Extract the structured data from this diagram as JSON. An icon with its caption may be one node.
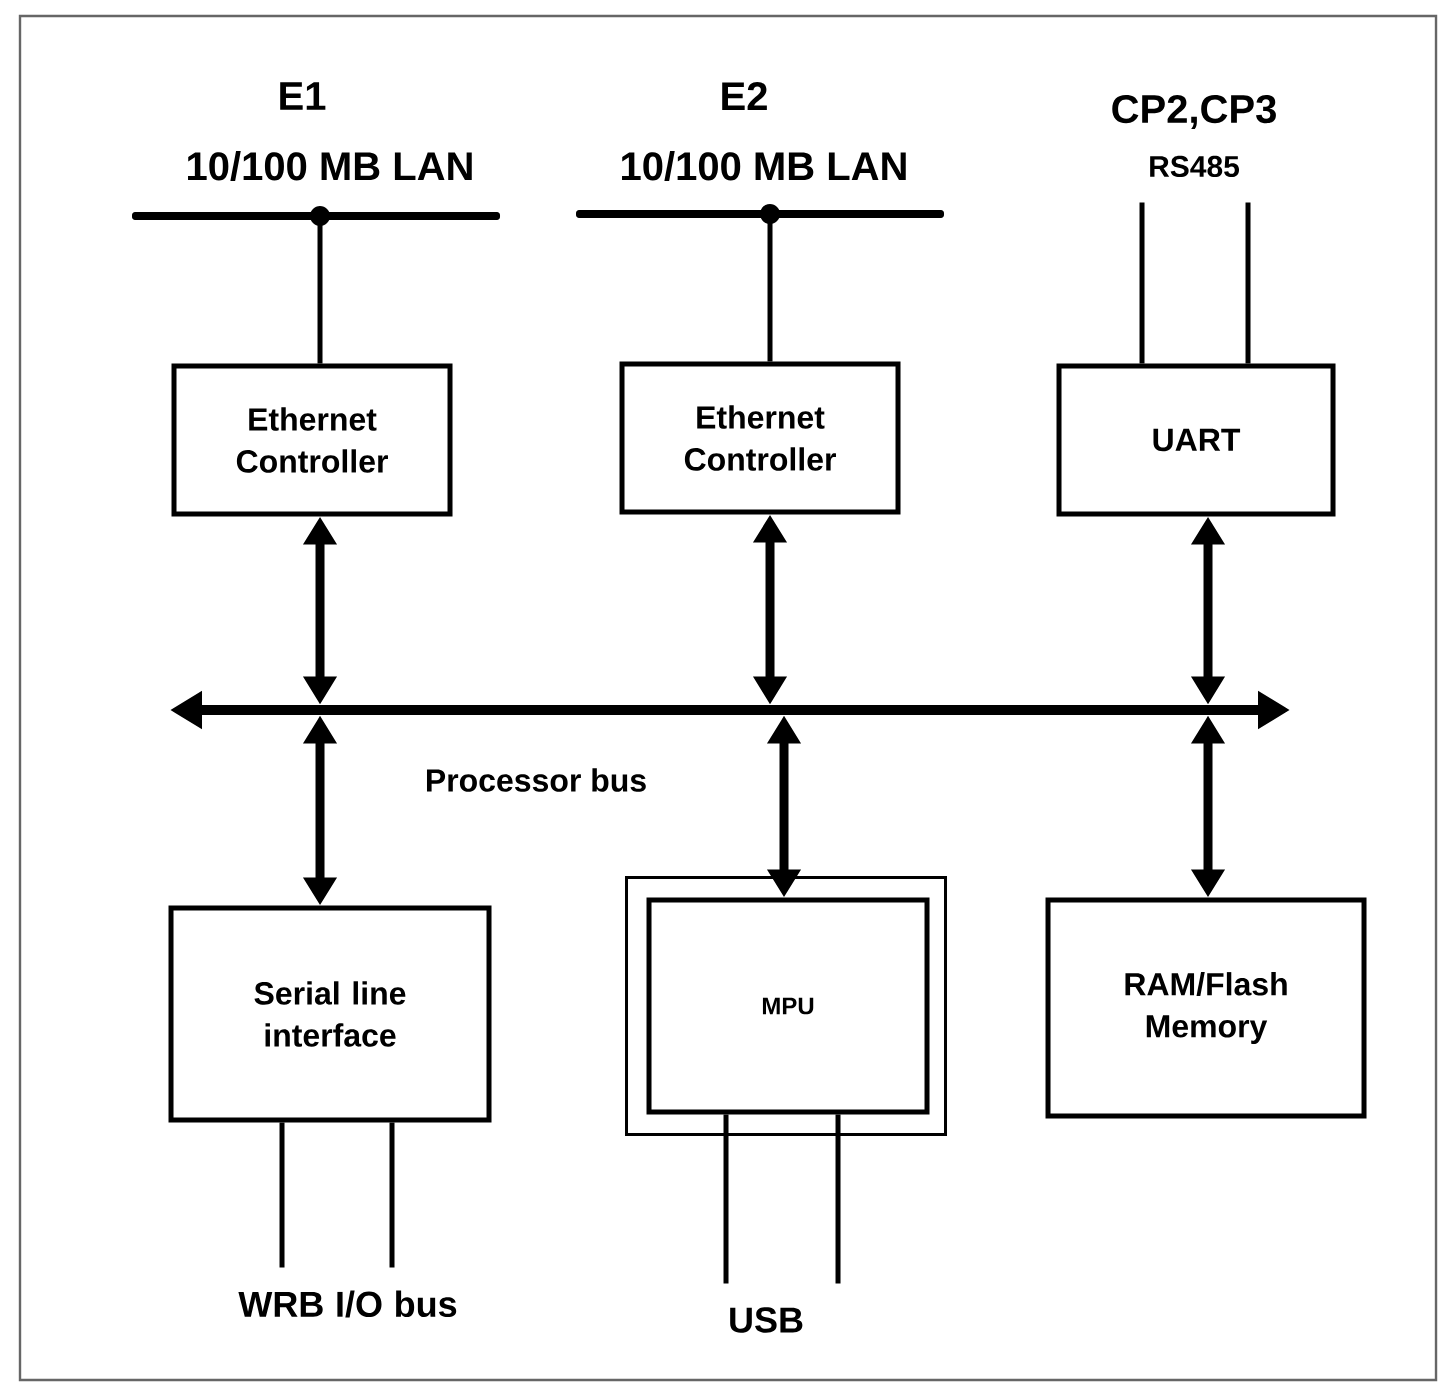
{
  "diagram": {
    "nodes": [
      {
        "text": [],
        "shape": "bar",
        "beside": [
          "E1",
          "10/100 MB LAN"
        ]
      },
      {
        "text": [],
        "shape": "bar",
        "beside": [
          "E2",
          "10/100 MB LAN"
        ]
      },
      {
        "text": [
          "CP2,CP3",
          "RS485"
        ]
      },
      {
        "text": [
          "Ethernet Controller"
        ]
      },
      {
        "text": [
          "Ethernet Controller"
        ]
      },
      {
        "text": [
          "UART"
        ]
      },
      {
        "text": [],
        "shape": "bar",
        "beside": [
          "Processor bus"
        ]
      },
      {
        "text": [
          "Serial line interface"
        ]
      },
      {
        "text": [
          "MPU"
        ]
      },
      {
        "text": [
          "RAM/Flash Memory"
        ]
      },
      {
        "text": [
          "WRB I/O bus"
        ]
      },
      {
        "text": [
          "USB"
        ]
      }
    ],
    "edges": [
      {
        "from": 0,
        "to": 3,
        "arrow": "none"
      },
      {
        "from": 1,
        "to": 4,
        "arrow": "none"
      },
      {
        "from": 2,
        "to": 5,
        "arrow": "none"
      },
      {
        "from": 2,
        "to": 5,
        "arrow": "none"
      },
      {
        "from": 3,
        "to": 6,
        "arrow": "both",
        "style": "thick"
      },
      {
        "from": 4,
        "to": 6,
        "arrow": "both",
        "style": "thick"
      },
      {
        "from": 5,
        "to": 6,
        "arrow": "both",
        "style": "thick"
      },
      {
        "from": 6,
        "to": 7,
        "arrow": "both",
        "style": "thick"
      },
      {
        "from": 6,
        "to": 8,
        "arrow": "both",
        "style": "thick"
      },
      {
        "from": 6,
        "to": 9,
        "arrow": "both",
        "style": "thick"
      },
      {
        "from": 7,
        "to": 10,
        "arrow": "none"
      },
      {
        "from": 7,
        "to": 10,
        "arrow": "none"
      },
      {
        "from": 8,
        "to": 11,
        "arrow": "none"
      },
      {
        "from": 8,
        "to": 11,
        "arrow": "none"
      }
    ]
  }
}
